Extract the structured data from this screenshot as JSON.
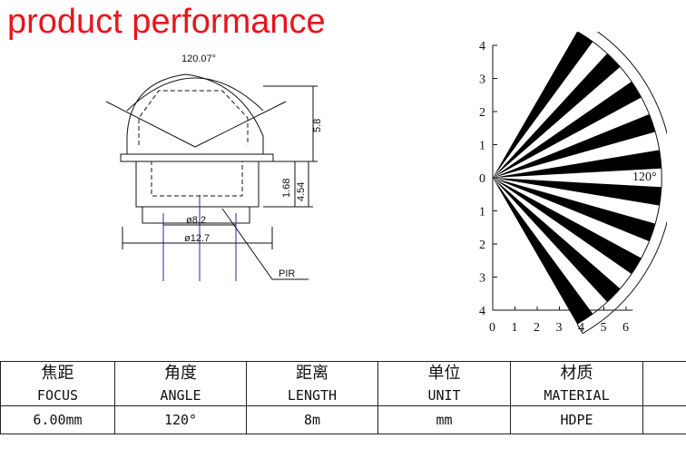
{
  "title": "product performance",
  "drawing": {
    "angle": "120.07°",
    "height_total": "5.8",
    "height_a": "1.68",
    "height_b": "4.54",
    "dia_inner": "ø8.2",
    "dia_outer": "ø12.7",
    "sensor": "PIR"
  },
  "pattern": {
    "y_ticks": [
      "4",
      "3",
      "2",
      "1",
      "0",
      "1",
      "2",
      "3",
      "4"
    ],
    "x_ticks": [
      "0",
      "1",
      "2",
      "3",
      "4",
      "5",
      "6"
    ],
    "angle_label": "120°",
    "beam_count": 10,
    "sweep_deg": 120,
    "range": 4
  },
  "table": {
    "columns": [
      {
        "zh": "焦距",
        "en": "FOCUS",
        "value": "6.00mm"
      },
      {
        "zh": "角度",
        "en": "ANGLE",
        "value": "120°"
      },
      {
        "zh": "距离",
        "en": "LENGTH",
        "value": "8m"
      },
      {
        "zh": "单位",
        "en": "UNIT",
        "value": "mm"
      },
      {
        "zh": "材质",
        "en": "MATERIAL",
        "value": "HDPE"
      }
    ]
  }
}
